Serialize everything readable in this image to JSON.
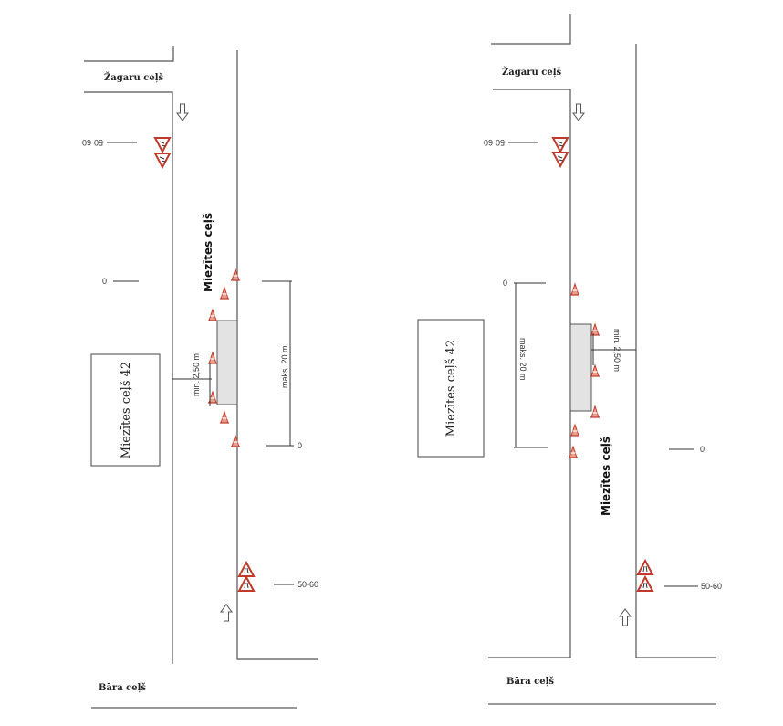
{
  "left_panel": {
    "top_street": "Žagaru ceļš",
    "bottom_street": "Bāra ceļš",
    "main_road": "Miezītes ceļš",
    "house_label": "Miezītes ceļš 42",
    "speed_top": "50-60",
    "speed_bottom": "50-60",
    "zero_top": "0",
    "zero_bottom": "0",
    "max_length": "maks. 20 m",
    "min_width": "min. 2,50 m"
  },
  "right_panel": {
    "top_street": "Žagaru ceļš",
    "bottom_street": "Bāra ceļš",
    "main_road": "Miezītes ceļš",
    "house_label": "Miezītes ceļš 42",
    "speed_top": "50-60",
    "speed_bottom": "50-60",
    "zero_top": "0",
    "zero_bottom": "0",
    "max_length": "maks. 20 m",
    "min_width": "min. 2,50 m"
  },
  "colors": {
    "sign_red": "#c0392b",
    "work_area": "#e3e3e3"
  }
}
